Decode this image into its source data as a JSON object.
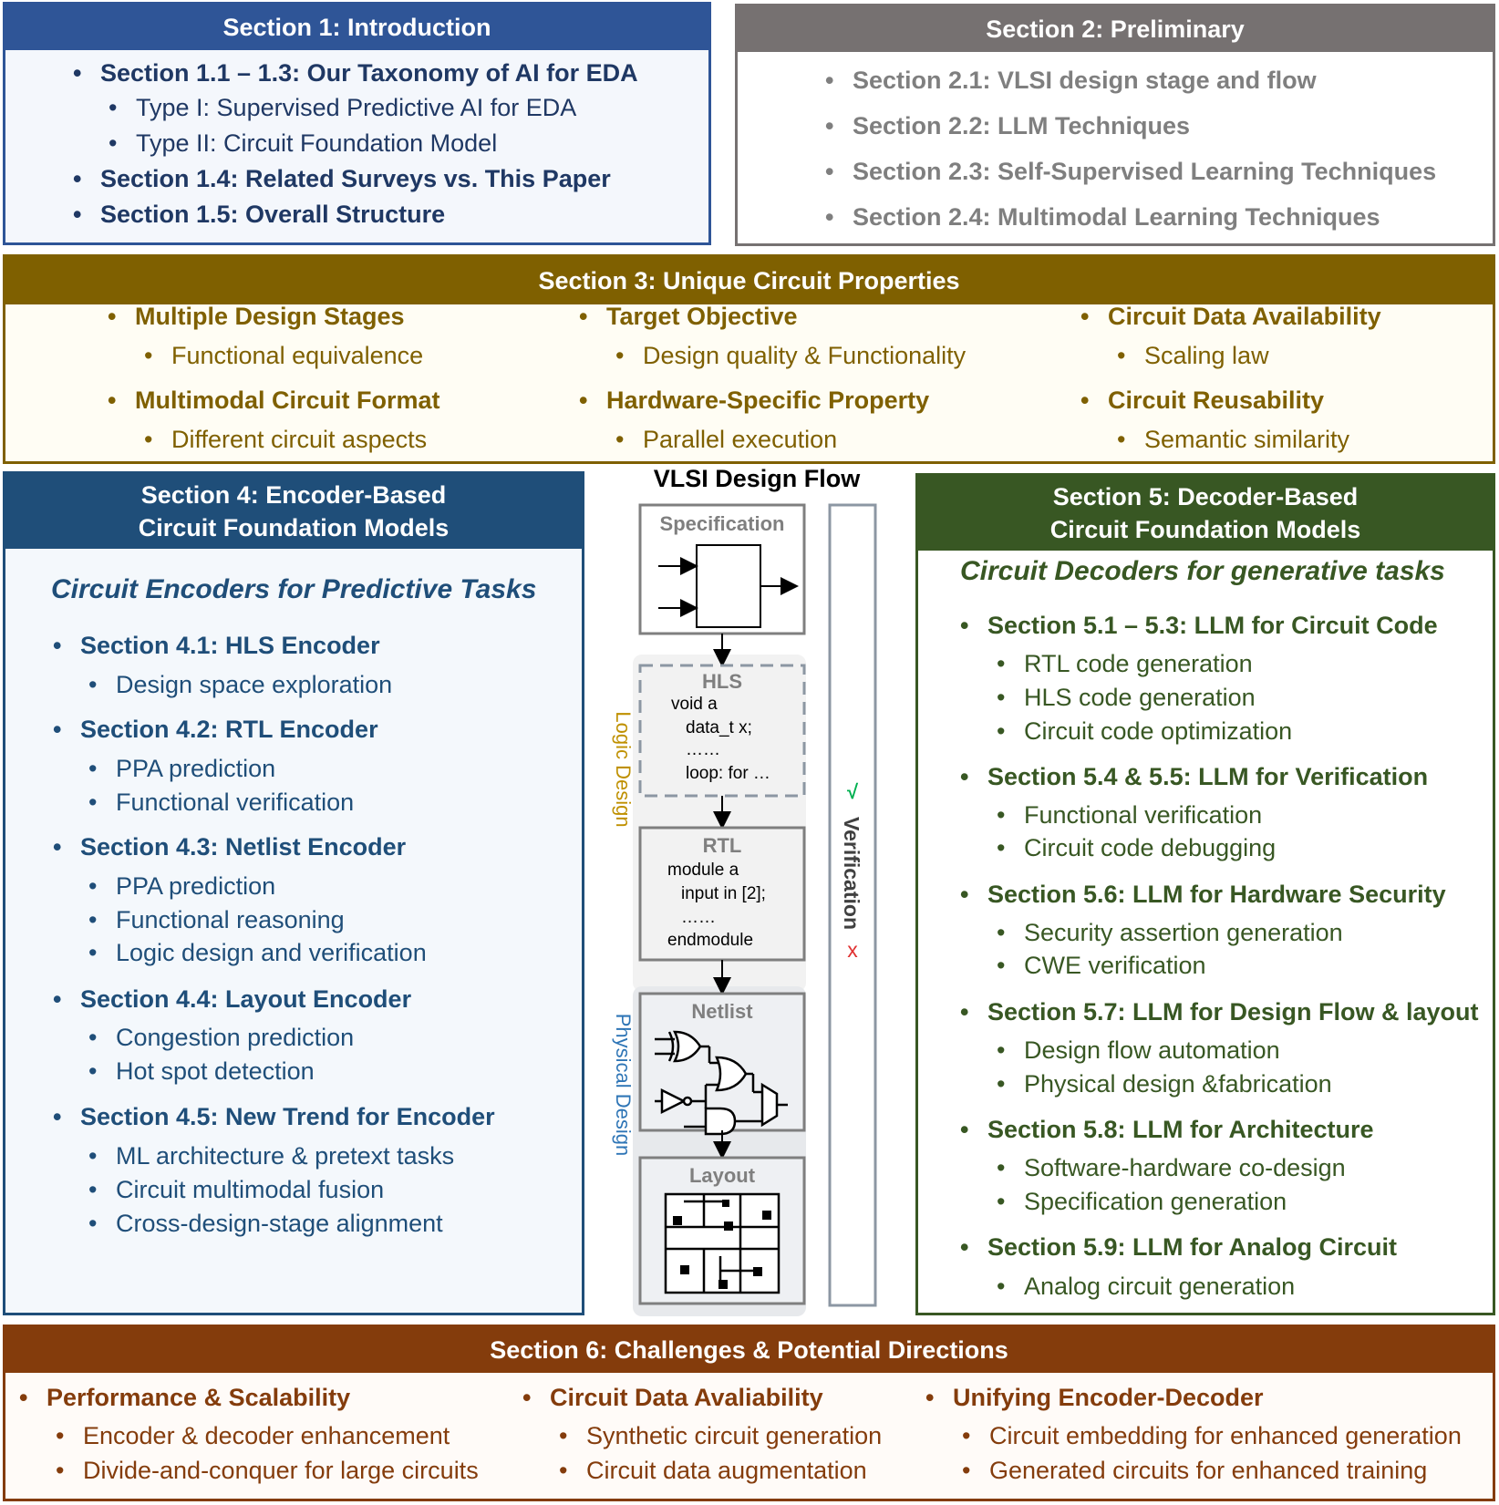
{
  "section1": {
    "title": "Section 1: Introduction",
    "items": [
      "Section 1.1 – 1.3: Our Taxonomy of AI for EDA",
      "Type I: Supervised Predictive AI for EDA",
      "Type II: Circuit Foundation Model",
      "Section 1.4: Related Surveys vs. This Paper",
      "Section 1.5: Overall Structure"
    ]
  },
  "section2": {
    "title": "Section 2: Preliminary",
    "items": [
      "Section 2.1: VLSI design stage and flow",
      "Section 2.2: LLM Techniques",
      "Section 2.3: Self-Supervised Learning Techniques",
      "Section 2.4: Multimodal Learning Techniques"
    ]
  },
  "section3": {
    "title": "Section 3: Unique Circuit Properties",
    "columns": [
      [
        "Multiple Design Stages",
        "Functional equivalence",
        "Multimodal Circuit Format",
        "Different circuit aspects"
      ],
      [
        "Target Objective",
        "Design quality & Functionality",
        "Hardware-Specific Property",
        "Parallel execution"
      ],
      [
        "Circuit Data Availability",
        "Scaling law",
        "Circuit Reusability",
        "Semantic similarity"
      ]
    ]
  },
  "section4": {
    "title_line1": "Section 4: Encoder-Based",
    "title_line2": "Circuit Foundation Models",
    "subtitle": "Circuit Encoders for Predictive Tasks",
    "items": [
      "Section 4.1: HLS Encoder",
      "Design space exploration",
      "Section 4.2: RTL Encoder",
      "PPA prediction",
      "Functional verification",
      "Section 4.3: Netlist Encoder",
      "PPA prediction",
      "Functional reasoning",
      "Logic design and verification",
      "Section 4.4: Layout Encoder",
      "Congestion prediction",
      "Hot spot detection",
      "Section 4.5: New Trend for Encoder",
      "ML architecture & pretext tasks",
      "Circuit multimodal fusion",
      "Cross-design-stage alignment"
    ]
  },
  "section5": {
    "title_line1": "Section 5: Decoder-Based",
    "title_line2": "Circuit Foundation Models",
    "subtitle": "Circuit Decoders for generative tasks",
    "items": [
      "Section 5.1 – 5.3: LLM for Circuit Code",
      "RTL code generation",
      "HLS code generation",
      "Circuit code optimization",
      "Section 5.4 & 5.5: LLM for Verification",
      "Functional verification",
      "Circuit code debugging",
      "Section 5.6: LLM for Hardware Security",
      "Security assertion generation",
      "CWE verification",
      "Section 5.7: LLM for Design Flow & layout",
      "Design flow automation",
      "Physical design &fabrication",
      "Section 5.8: LLM for Architecture",
      "Software-hardware co-design",
      "Specification generation",
      "Section 5.9: LLM for Analog Circuit",
      "Analog circuit generation"
    ]
  },
  "section6": {
    "title": "Section 6: Challenges & Potential Directions",
    "columns": [
      [
        "Performance & Scalability",
        "Encoder & decoder enhancement",
        "Divide-and-conquer for large circuits"
      ],
      [
        "Circuit Data Avaliability",
        "Synthetic circuit generation",
        "Circuit data augmentation"
      ],
      [
        "Unifying Encoder-Decoder",
        "Circuit embedding for enhanced generation",
        "Generated circuits for enhanced training"
      ]
    ]
  },
  "flow": {
    "title": "VLSI Design Flow",
    "spec": "Specification",
    "hls": {
      "label": "HLS",
      "code": [
        "void a",
        "data_t x;",
        "……",
        "loop: for …"
      ]
    },
    "rtl": {
      "label": "RTL",
      "code": [
        "module a",
        "input in [2];",
        "……",
        "endmodule"
      ]
    },
    "netlist": "Netlist",
    "layout": "Layout",
    "logic_design": "Logic Design",
    "physical_design": "Physical Design",
    "verification": "Verification",
    "check": "√",
    "cross": "x"
  }
}
